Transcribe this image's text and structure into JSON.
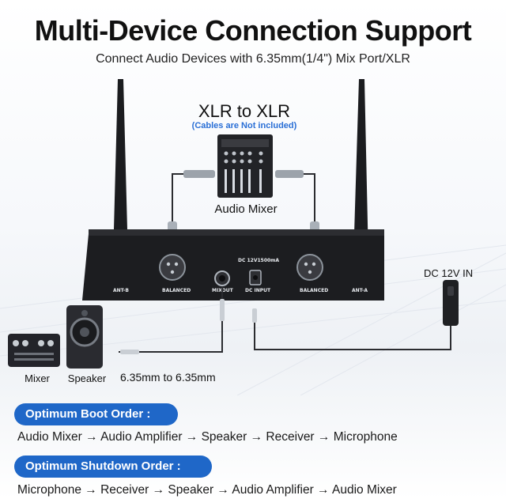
{
  "title": "Multi-Device Connection Support",
  "subtitle": "Connect Audio Devices with 6.35mm(1/4\") Mix Port/XLR",
  "diagram": {
    "xlr_title": "XLR to XLR",
    "cables_note": "(Cables are Not included)",
    "audio_mixer_label": "Audio Mixer",
    "dc_label": "DC 12V IN",
    "mixer_label": "Mixer",
    "speaker_label": "Speaker",
    "cable_label": "6.35mm to 6.35mm",
    "receiver_labels": {
      "ant_b": "ANT-B",
      "balanced_left": "BALANCED",
      "mixout": "MIXOUT",
      "dc_input": "DC INPUT",
      "dc_spec": "DC 12V1500mA",
      "balanced_right": "BALANCED",
      "ant_a": "ANT-A"
    }
  },
  "boot": {
    "heading": "Optimum Boot Order :",
    "sequence": "Audio Mixer → Audio Amplifier → Speaker  → Receiver → Microphone"
  },
  "shutdown": {
    "heading": "Optimum Shutdown Order :",
    "sequence": "Microphone → Receiver → Speaker → Audio Amplifier → Audio Mixer"
  },
  "colors": {
    "accent": "#1f67c8",
    "note": "#2a6fd6",
    "device": "#1c1d20"
  }
}
